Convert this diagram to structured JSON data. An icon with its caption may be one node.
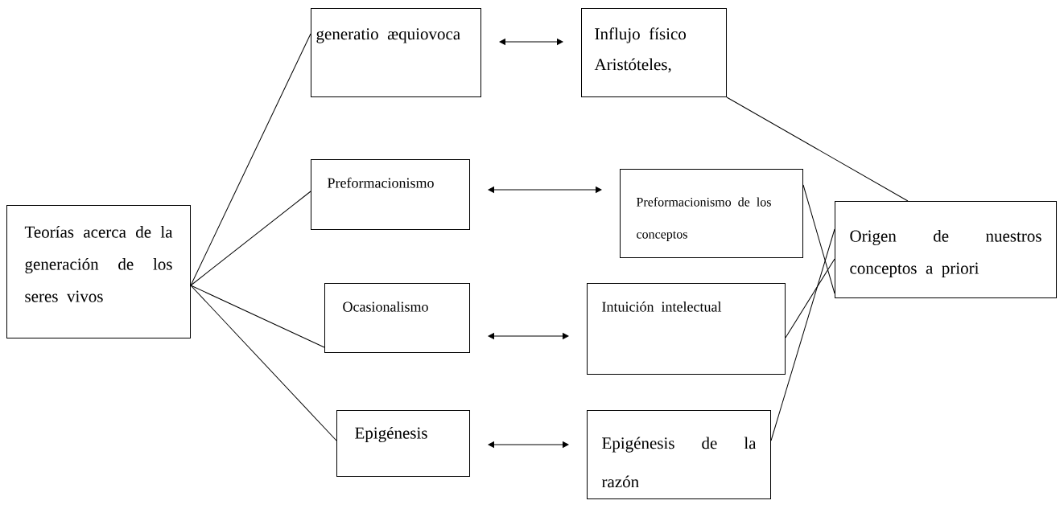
{
  "diagram": {
    "nodes": [
      {
        "text": [
          "Teorías acerca de la generación de los seres vivos"
        ]
      },
      {
        "text": [
          "generatio æquiovoca"
        ]
      },
      {
        "text": [
          "Influjo físico Aristóteles,"
        ]
      },
      {
        "text": [
          "Preformacionismo"
        ]
      },
      {
        "text": [
          "Preformacionismo de los conceptos"
        ]
      },
      {
        "text": [
          "Origen de nuestros conceptos a priori"
        ]
      },
      {
        "text": [
          "Ocasionalismo"
        ]
      },
      {
        "text": [
          "Intuición intelectual"
        ]
      },
      {
        "text": [
          "Epigénesis"
        ]
      },
      {
        "text": [
          "Epigénesis de la razón"
        ]
      }
    ],
    "edges": [
      {
        "from": 0,
        "to": 1,
        "arrow": "none"
      },
      {
        "from": 0,
        "to": 3,
        "arrow": "none"
      },
      {
        "from": 0,
        "to": 6,
        "arrow": "none"
      },
      {
        "from": 0,
        "to": 8,
        "arrow": "none"
      },
      {
        "from": 1,
        "to": 2,
        "arrow": "both"
      },
      {
        "from": 3,
        "to": 4,
        "arrow": "both"
      },
      {
        "from": 6,
        "to": 7,
        "arrow": "both"
      },
      {
        "from": 8,
        "to": 9,
        "arrow": "both"
      },
      {
        "from": 2,
        "to": 5,
        "arrow": "none"
      },
      {
        "from": 4,
        "to": 5,
        "arrow": "none"
      },
      {
        "from": 7,
        "to": 5,
        "arrow": "none"
      },
      {
        "from": 9,
        "to": 5,
        "arrow": "none"
      }
    ]
  }
}
